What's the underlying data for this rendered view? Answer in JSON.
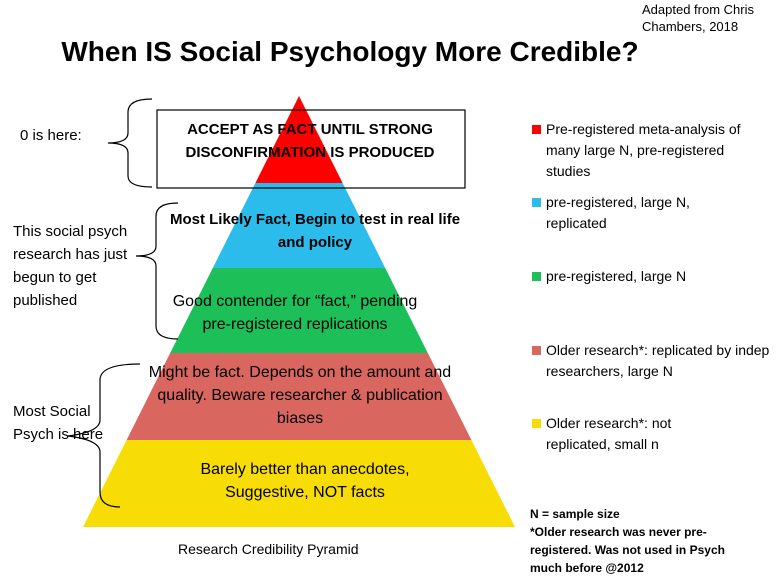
{
  "attribution": "Adapted from Chris Chambers, 2018",
  "title": "When IS Social Psychology More Credible?",
  "colors": {
    "tier1": "#ff0000",
    "tier2": "#2bbcec",
    "tier3": "#1dbf58",
    "tier4": "#d9665f",
    "tier5": "#f7dc06"
  },
  "tiers": [
    {
      "text": "ACCEPT AS FACT UNTIL STRONG DISCONFIRMATION IS PRODUCED"
    },
    {
      "text": "Most Likely Fact, Begin to test in real life and policy"
    },
    {
      "text": "Good contender for “fact,” pending pre-registered replications"
    },
    {
      "text": "Might be fact. Depends on the amount and quality.  Beware researcher & publication biases"
    },
    {
      "text": "Barely better than anecdotes, Suggestive, NOT facts"
    }
  ],
  "left_notes": {
    "zero": "0 is here:",
    "begun": "This social psych research has just begun to get published",
    "most": "Most Social Psych is here"
  },
  "legend": [
    {
      "label": "Pre-registered meta-analysis of many large N, pre-registered studies",
      "color": "#ff0000"
    },
    {
      "label": "pre-registered, large N, replicated",
      "color": "#2bbcec"
    },
    {
      "label": "pre-registered, large N",
      "color": "#1dbf58"
    },
    {
      "label": "Older research*: replicated by indep researchers, large N",
      "color": "#d9665f"
    },
    {
      "label": "Older research*: not replicated, small n",
      "color": "#f7dc06"
    }
  ],
  "footnotes": {
    "n": "N = sample size",
    "older": "*Older research was never pre-registered.  Was not used in Psych much before @2012"
  },
  "caption": "Research Credibility Pyramid"
}
